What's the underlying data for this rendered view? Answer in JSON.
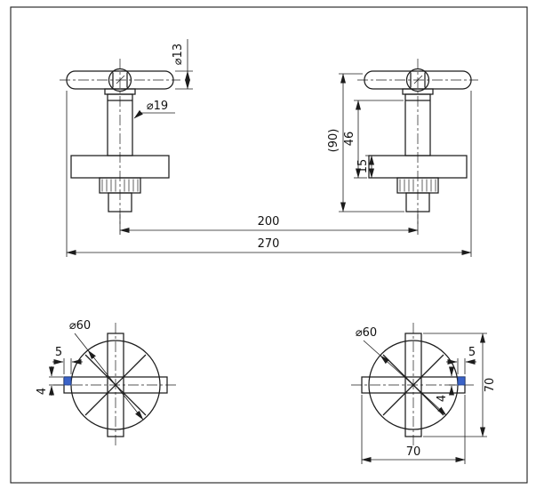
{
  "side_view_dims": {
    "handle_dia": "⌀13",
    "bonnet_dia": "⌀19",
    "overall_height": "(90)",
    "body_height": "46",
    "flange_height": "15",
    "center_spacing": "200",
    "overall_width": "270"
  },
  "front_view_left": {
    "dia": "⌀60",
    "tip_width": "5",
    "tip_height": "4"
  },
  "front_view_right": {
    "dia": "⌀60",
    "tip_width": "5",
    "tip_height": "4",
    "overall_width": "70",
    "overall_height": "70"
  },
  "colors": {
    "line": "#1c1c1c",
    "grip_fill": "#3b63c8",
    "grip_border": "#1f3d87"
  }
}
